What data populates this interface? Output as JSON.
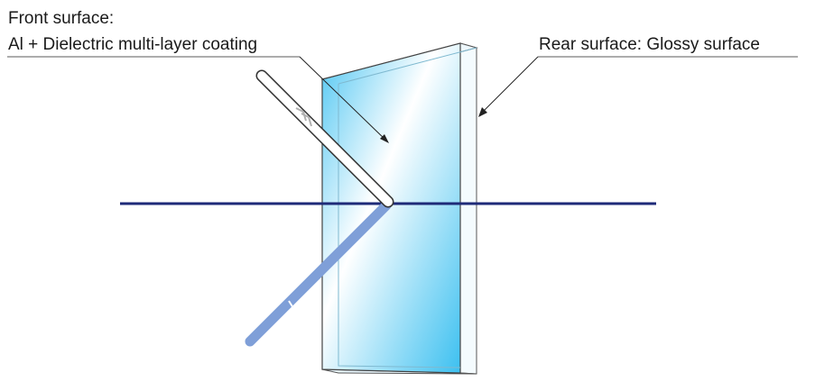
{
  "labels": {
    "front_surface_line1": "Front surface:",
    "front_surface_line2": "Al + Dielectric multi-layer coating",
    "rear_surface": "Rear surface: Glossy surface"
  },
  "colors": {
    "axis_line": "#1e2a78",
    "glass_light": "#ffffff",
    "glass_blue": "#39c0f0",
    "glass_edge": "#d8eef8",
    "reflected_beam": "#7f9fd8",
    "incident_tube_outline": "#333333",
    "arrow_gray": "#b0b0b0"
  }
}
